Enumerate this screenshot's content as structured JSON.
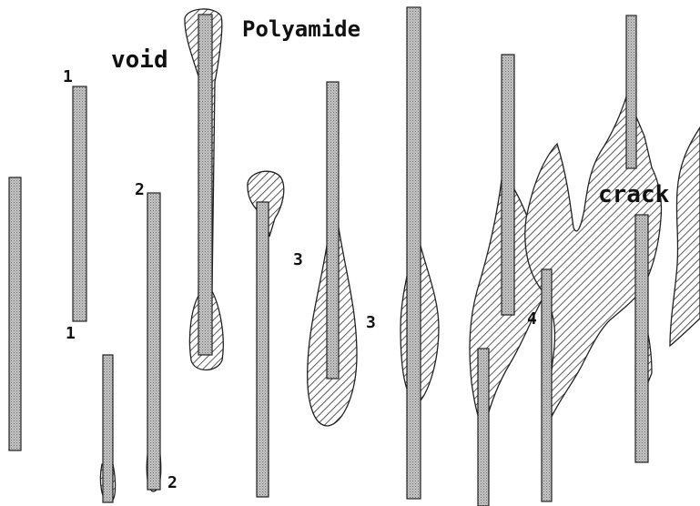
{
  "labels": {
    "void": "void",
    "polyamide": "Polyamide",
    "crack": "crack",
    "n1_top": "1",
    "n1_bottom": "1",
    "n2_top": "2",
    "n2_bottom": "2",
    "n3_a": "3",
    "n3_b": "3",
    "n4": "4"
  },
  "colors": {
    "ink": "#222222",
    "hatch": "#333333",
    "fiber_fill": "#bdbdbd",
    "background": "#ffffff"
  },
  "legend": {
    "fiber_pattern": "stipple",
    "damage_pattern": "diagonal-hatch"
  }
}
